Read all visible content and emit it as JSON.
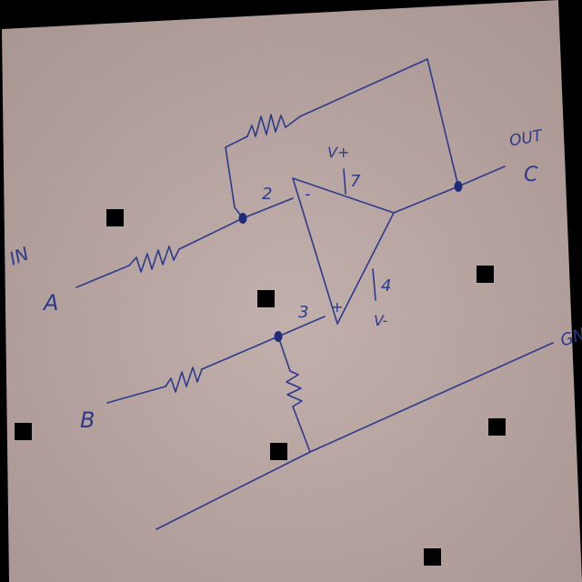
{
  "schematic": {
    "input_label": "IN",
    "output_label": "OUT",
    "ground_label": "GND",
    "node_a": "A",
    "node_b": "B",
    "node_c": "C",
    "pin_inverting": "2",
    "pin_noninverting": "3",
    "pin_vplus": "7",
    "pin_vminus": "4",
    "supply_positive": "V+",
    "supply_negative": "V-",
    "sign_minus": "-",
    "sign_plus": "+"
  },
  "colors": {
    "paper": "#b7a39f",
    "ink": "#2b3a8c",
    "background": "#000000"
  }
}
